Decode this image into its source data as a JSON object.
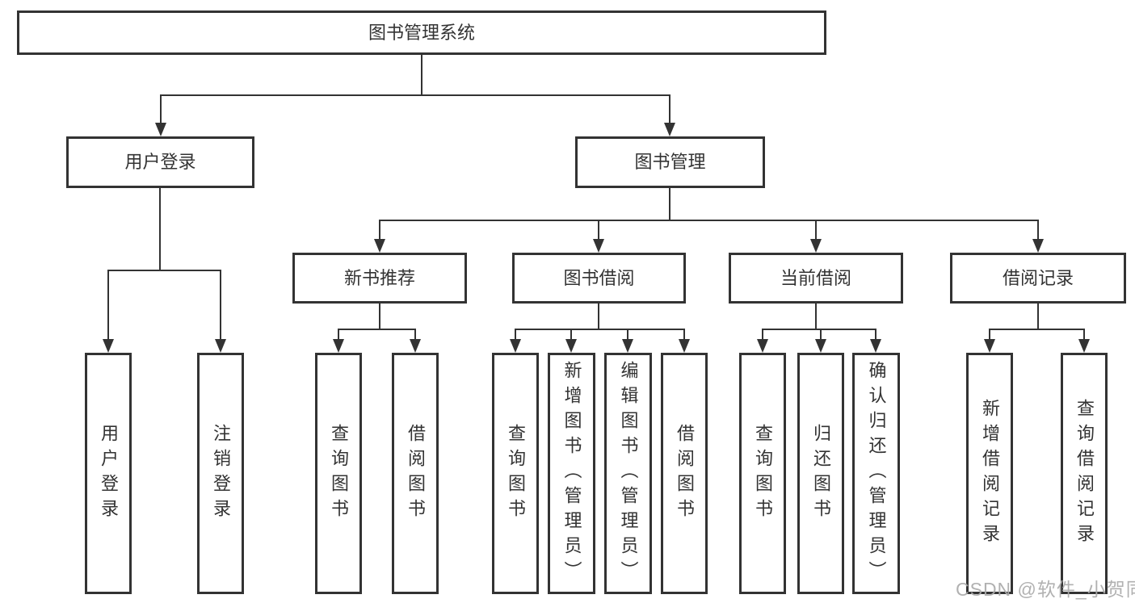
{
  "diagram": {
    "type": "hierarchy-tree",
    "structure": {
      "label": "图书管理系统",
      "children": [
        {
          "label": "用户登录",
          "children": [
            {
              "label": "用户登录"
            },
            {
              "label": "注销登录"
            }
          ]
        },
        {
          "label": "图书管理",
          "children": [
            {
              "label": "新书推荐",
              "children": [
                {
                  "label": "查询图书"
                },
                {
                  "label": "借阅图书"
                }
              ]
            },
            {
              "label": "图书借阅",
              "children": [
                {
                  "label": "查询图书"
                },
                {
                  "label": "新增图书（管理员）"
                },
                {
                  "label": "编辑图书（管理员）"
                },
                {
                  "label": "借阅图书"
                }
              ]
            },
            {
              "label": "当前借阅",
              "children": [
                {
                  "label": "查询图书"
                },
                {
                  "label": "归还图书"
                },
                {
                  "label": "确认归还（管理员）"
                }
              ]
            },
            {
              "label": "借阅记录",
              "children": [
                {
                  "label": "新增借阅记录"
                },
                {
                  "label": "查询借阅记录"
                }
              ]
            }
          ]
        }
      ]
    },
    "colors": {
      "line": "#333333",
      "text": "#333333",
      "box_background": "#ffffff",
      "page_background": "#ffffff",
      "watermark": "#ababab"
    }
  },
  "watermark": {
    "text": "CSDN @软件_小贺同学"
  }
}
